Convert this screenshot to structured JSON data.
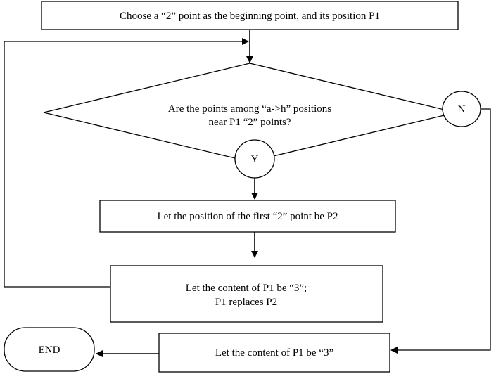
{
  "nodes": {
    "start": {
      "label": "Choose a “2” point as the beginning point, and its position P1"
    },
    "decision": {
      "line1": "Are the points among “a->h” positions",
      "line2": "near P1 “2” points?"
    },
    "yes_marker": {
      "label": "Y"
    },
    "no_marker": {
      "label": "N"
    },
    "set_p2": {
      "label": "Let the position of the first “2” point be P2"
    },
    "update": {
      "line1": "Let the content of P1 be “3”;",
      "line2": "P1 replaces P2"
    },
    "final_step": {
      "label": "Let the content of P1 be “3”"
    },
    "end": {
      "label": "END"
    }
  },
  "colors": {
    "stroke": "#000000",
    "fill": "#ffffff",
    "text": "#000000"
  }
}
